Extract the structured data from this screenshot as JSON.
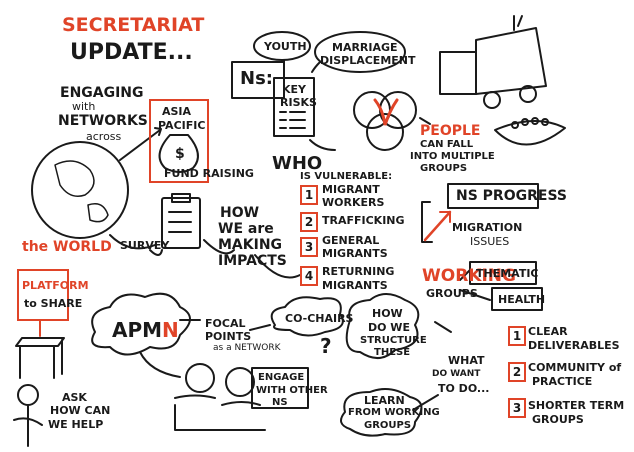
{
  "title": {
    "line1": "SECRETARIAT",
    "line2": "UPDATE..."
  },
  "engaging": {
    "line1": "ENGAGING",
    "with": "with",
    "line2": "NETWORKS",
    "across": "across",
    "world": "the WORLD"
  },
  "fundraising": {
    "region1": "ASIA",
    "region2": "PACIFIC",
    "label": "FUND RAISING",
    "symbol": "$"
  },
  "ns_box": {
    "ns": "Ns:",
    "key": "KEY",
    "risks": "RISKS"
  },
  "tags": {
    "youth": "YOUTH",
    "marriage1": "MARRIAGE",
    "marriage2": "DISPLACEMENT"
  },
  "people": {
    "line1": "PEOPLE",
    "line2": "CAN FALL",
    "line3": "INTO MULTIPLE",
    "line4": "GROUPS"
  },
  "vulnerable": {
    "who": "WHO",
    "sub": "IS VULNERABLE:",
    "items": [
      {
        "num": "1",
        "l1": "MIGRANT",
        "l2": "WORKERS"
      },
      {
        "num": "2",
        "l1": "TRAFFICKING",
        "l2": ""
      },
      {
        "num": "3",
        "l1": "GENERAL",
        "l2": "MIGRANTS"
      },
      {
        "num": "4",
        "l1": "RETURNING",
        "l2": "MIGRANTS"
      }
    ]
  },
  "survey": {
    "label": "SURVEY"
  },
  "impacts": {
    "l1": "HOW",
    "l2": "WE are",
    "l3": "MAKING",
    "l4": "IMPACTS"
  },
  "progress": {
    "ns": "NS PROGRESS",
    "mig1": "MIGRATION",
    "mig2": "ISSUES"
  },
  "working": {
    "l1": "WORKING",
    "l2": "GROUPS",
    "thematic": "THEMATIC",
    "health": "HEALTH"
  },
  "platform": {
    "l1": "PLATFORM",
    "l2": "to SHARE"
  },
  "apmn": {
    "a": "APM",
    "n": "N"
  },
  "focal": {
    "l1": "FOCAL",
    "l2": "POINTS",
    "l3": "as a NETWORK"
  },
  "cochairs": {
    "label": "CO-CHAIRS",
    "q": "?"
  },
  "engage": {
    "l1": "ENGAGE",
    "l2": "WITH OTHER",
    "l3": "NS"
  },
  "structure": {
    "l1": "HOW",
    "l2": "DO WE",
    "l3": "STRUCTURE",
    "l4": "THESE"
  },
  "whatdo": {
    "l1": "WHAT",
    "l2": "DO WANT",
    "l3": "TO DO..."
  },
  "learn": {
    "l1": "LEARN",
    "l2": "FROM WORKING",
    "l3": "GROUPS"
  },
  "ask": {
    "l1": "ASK",
    "l2": "HOW CAN",
    "l3": "WE HELP"
  },
  "outcomes": [
    {
      "num": "1",
      "l1": "CLEAR",
      "l2": "DELIVERABLES"
    },
    {
      "num": "2",
      "l1": "COMMUNITY of",
      "l2": "PRACTICE"
    },
    {
      "num": "3",
      "l1": "SHORTER TERM",
      "l2": "GROUPS"
    }
  ],
  "colors": {
    "accent": "#e04428",
    "ink": "#1a1a1a"
  }
}
